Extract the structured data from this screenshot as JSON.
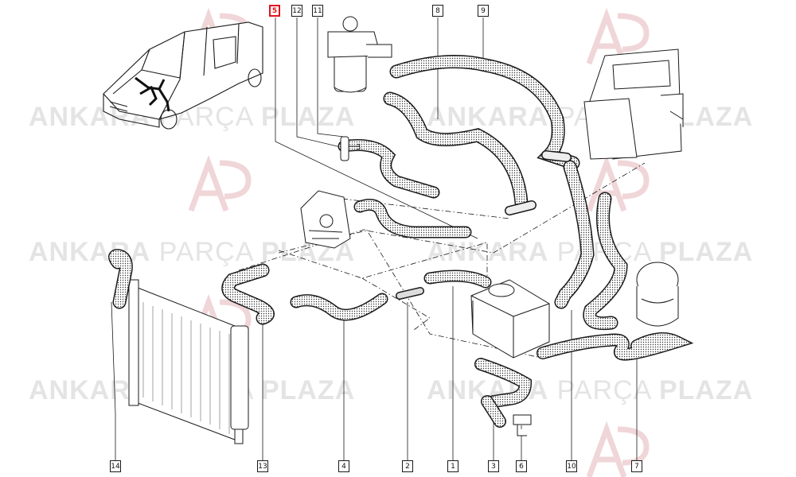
{
  "watermark": {
    "word1": "ANKARA",
    "word2": "PARÇA",
    "word3": "PLAZA"
  },
  "callouts": {
    "top": [
      "5",
      "12",
      "11",
      "8",
      "9"
    ],
    "bottom": [
      "14",
      "13",
      "4",
      "2",
      "1",
      "3",
      "6",
      "10",
      "7"
    ],
    "highlighted": "5"
  },
  "inline_label": "3",
  "colors": {
    "highlight": "#e0141e",
    "line": "#1a1a1a",
    "hose": "#2a2a2a",
    "watermark": "#e4e4e4"
  }
}
